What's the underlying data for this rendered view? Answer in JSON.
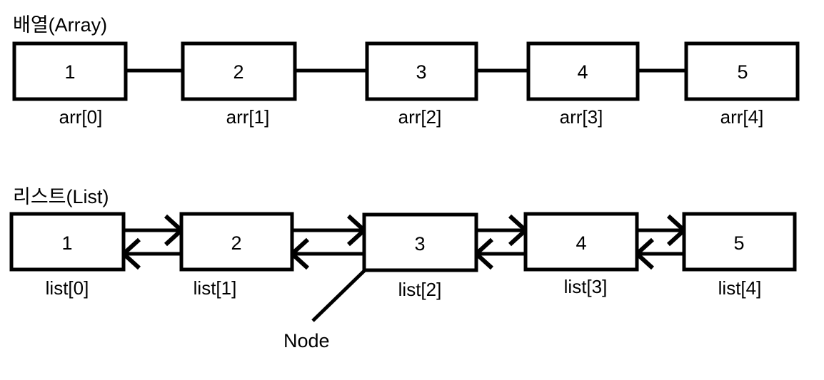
{
  "colors": {
    "ink": "#000000",
    "background": "#ffffff"
  },
  "array": {
    "title": "배열(Array)",
    "items": [
      {
        "value": "1",
        "label": "arr[0]"
      },
      {
        "value": "2",
        "label": "arr[1]"
      },
      {
        "value": "3",
        "label": "arr[2]"
      },
      {
        "value": "4",
        "label": "arr[3]"
      },
      {
        "value": "5",
        "label": "arr[4]"
      }
    ]
  },
  "list": {
    "title": "리스트(List)",
    "items": [
      {
        "value": "1",
        "label": "list[0]"
      },
      {
        "value": "2",
        "label": "list[1]"
      },
      {
        "value": "3",
        "label": "list[2]"
      },
      {
        "value": "4",
        "label": "list[3]"
      },
      {
        "value": "5",
        "label": "list[4]"
      }
    ],
    "node_callout": "Node"
  }
}
